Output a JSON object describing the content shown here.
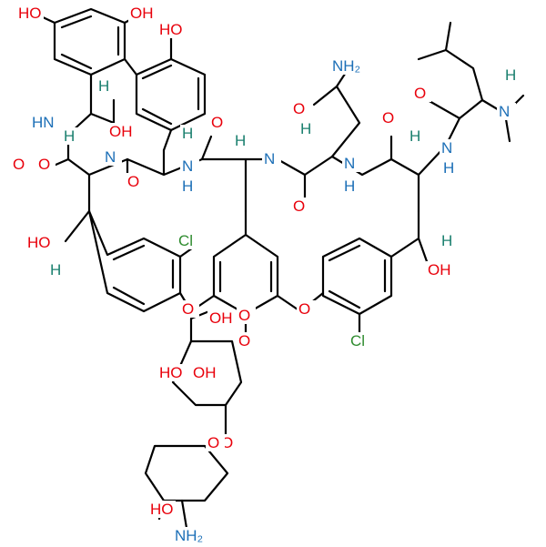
{
  "colors": {
    "oxygen": "#E8000B",
    "nitrogen": "#1C6FB7",
    "hydrogen": "#1A7F6E",
    "chlorine": "#2E8B2E",
    "carbon_bond": "#000000"
  },
  "atoms": [
    {
      "id": "ho-top-left",
      "text": "HO",
      "el": "oxygen"
    },
    {
      "id": "oh-top-mid",
      "text": "OH",
      "el": "oxygen"
    },
    {
      "id": "ho-top-right",
      "text": "HO",
      "el": "oxygen"
    },
    {
      "id": "nh2-amide",
      "text": "NH₂",
      "el": "nitrogen"
    },
    {
      "id": "o-amide-top",
      "text": "O",
      "el": "oxygen"
    },
    {
      "id": "h-leu",
      "text": "H",
      "el": "hydrogen"
    },
    {
      "id": "o-leu-carbonyl",
      "text": "O",
      "el": "oxygen"
    },
    {
      "id": "n-dimethyl",
      "text": "N",
      "el": "nitrogen"
    },
    {
      "id": "nh-left",
      "text": "HN",
      "el": "nitrogen"
    },
    {
      "id": "h-left-alpha",
      "text": "H",
      "el": "hydrogen"
    },
    {
      "id": "oh-acid",
      "text": "OH",
      "el": "oxygen"
    },
    {
      "id": "o-acid-carbonyl",
      "text": "O",
      "el": "oxygen"
    },
    {
      "id": "o-c1",
      "text": "O",
      "el": "oxygen"
    },
    {
      "id": "h-c2",
      "text": "H",
      "el": "hydrogen"
    },
    {
      "id": "n-c2",
      "text": "N",
      "el": "nitrogen"
    },
    {
      "id": "h-c3",
      "text": "H",
      "el": "hydrogen"
    },
    {
      "id": "o-c3",
      "text": "O",
      "el": "oxygen"
    },
    {
      "id": "o-c4",
      "text": "O",
      "el": "oxygen"
    },
    {
      "id": "h-c4",
      "text": "H",
      "el": "hydrogen"
    },
    {
      "id": "nh-c4",
      "text": "N",
      "el": "nitrogen"
    },
    {
      "id": "h-nh-c4",
      "text": "H",
      "el": "nitrogen"
    },
    {
      "id": "n-c5",
      "text": "N",
      "el": "nitrogen"
    },
    {
      "id": "h-c5",
      "text": "H",
      "el": "hydrogen"
    },
    {
      "id": "o-c5",
      "text": "O",
      "el": "oxygen"
    },
    {
      "id": "n-c6",
      "text": "N",
      "el": "nitrogen"
    },
    {
      "id": "h-n-c6",
      "text": "H",
      "el": "nitrogen"
    },
    {
      "id": "o-c6",
      "text": "O",
      "el": "oxygen"
    },
    {
      "id": "h-c7",
      "text": "H",
      "el": "hydrogen"
    },
    {
      "id": "nh-c7",
      "text": "N",
      "el": "nitrogen"
    },
    {
      "id": "h-nh-c7",
      "text": "H",
      "el": "nitrogen"
    },
    {
      "id": "ho-left",
      "text": "HO",
      "el": "oxygen"
    },
    {
      "id": "h-left-low",
      "text": "H",
      "el": "hydrogen"
    },
    {
      "id": "cl-left",
      "text": "Cl",
      "el": "chlorine"
    },
    {
      "id": "h-right-low",
      "text": "H",
      "el": "hydrogen"
    },
    {
      "id": "oh-right",
      "text": "OH",
      "el": "oxygen"
    },
    {
      "id": "o-ether-left",
      "text": "O",
      "el": "oxygen"
    },
    {
      "id": "o-ether-right",
      "text": "O",
      "el": "oxygen"
    },
    {
      "id": "cl-right",
      "text": "Cl",
      "el": "chlorine"
    },
    {
      "id": "oh-sugar-ch2",
      "text": "OH",
      "el": "oxygen"
    },
    {
      "id": "o-glyco",
      "text": "O",
      "el": "oxygen"
    },
    {
      "id": "o-ring-sugar",
      "text": "O",
      "el": "oxygen"
    },
    {
      "id": "ho-sugar-1",
      "text": "HO",
      "el": "oxygen"
    },
    {
      "id": "oh-sugar-2",
      "text": "OH",
      "el": "oxygen"
    },
    {
      "id": "o-sugar-link",
      "text": "O",
      "el": "oxygen"
    },
    {
      "id": "o-ring-amino",
      "text": "O",
      "el": "oxygen"
    },
    {
      "id": "oh-amino-sugar",
      "text": "HO",
      "el": "oxygen"
    },
    {
      "id": "nh2-amino-sugar",
      "text": "NH₂",
      "el": "nitrogen"
    }
  ]
}
